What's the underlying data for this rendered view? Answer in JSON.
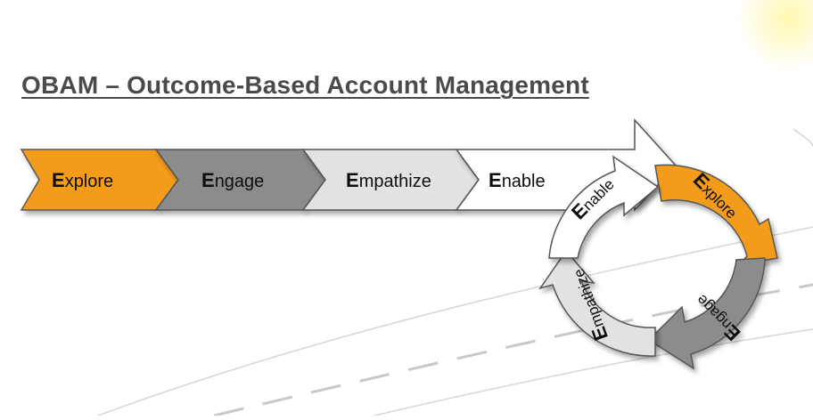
{
  "title": "OBAM – Outcome-Based Account Management",
  "steps": [
    {
      "initial": "E",
      "rest": "xplore"
    },
    {
      "initial": "E",
      "rest": "ngage"
    },
    {
      "initial": "E",
      "rest": "mpathize"
    },
    {
      "initial": "E",
      "rest": "nable"
    }
  ],
  "cycle": [
    {
      "initial": "E",
      "rest": "xplore"
    },
    {
      "initial": "E",
      "rest": "ngage"
    },
    {
      "initial": "E",
      "rest": "mpathize"
    },
    {
      "initial": "E",
      "rest": "nable"
    }
  ],
  "colors": {
    "explore": "#f39c1c",
    "engage": "#8c8c8c",
    "empathize": "#e2e2e2",
    "enable": "#ffffff",
    "title": "#4a4a4a"
  }
}
